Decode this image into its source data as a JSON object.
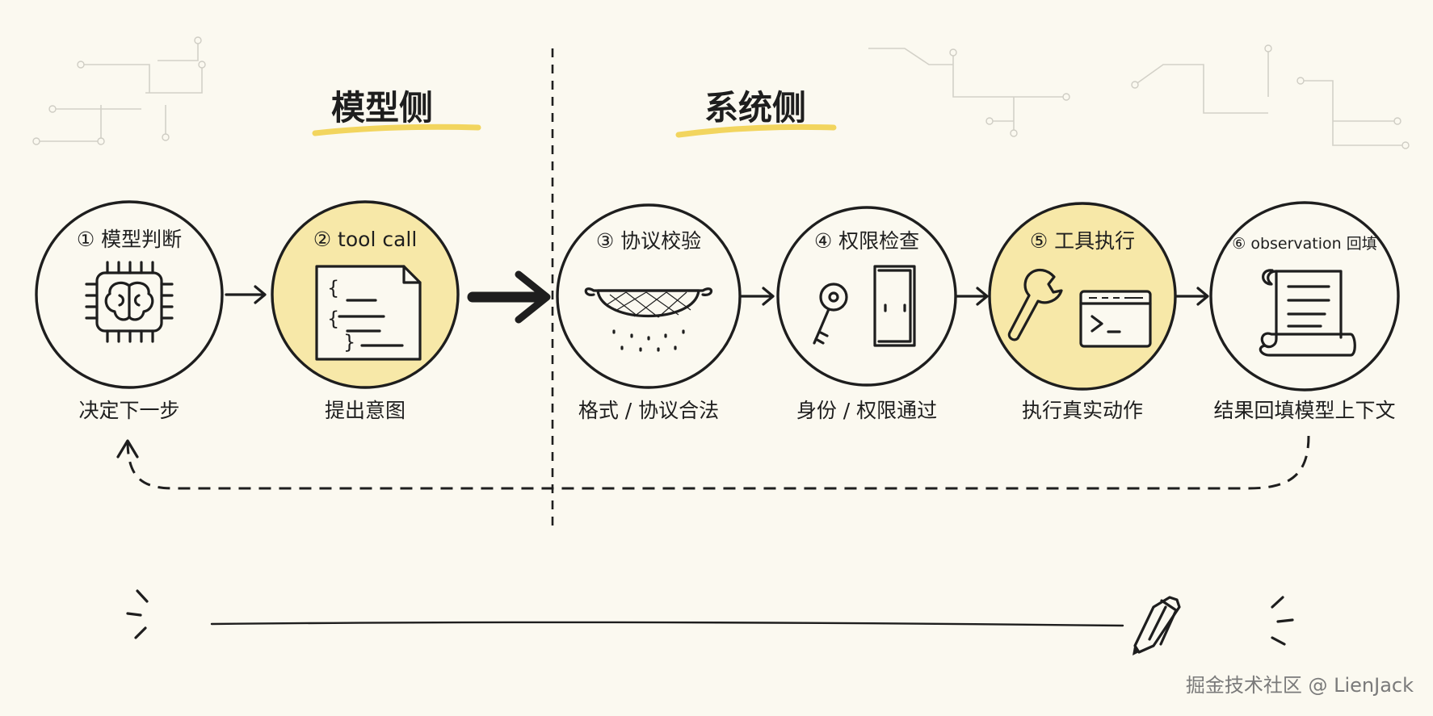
{
  "diagram": {
    "headers": {
      "model_side": "模型侧",
      "system_side": "系统侧"
    },
    "steps": [
      {
        "title": "① 模型判断",
        "desc": "决定下一步",
        "icon": "brain-chip-icon",
        "highlight": false
      },
      {
        "title": "② tool call",
        "desc": "提出意图",
        "icon": "json-document-icon",
        "highlight": true
      },
      {
        "title": "③ 协议校验",
        "desc": "格式 / 协议合法",
        "icon": "strainer-icon",
        "highlight": false
      },
      {
        "title": "④ 权限检查",
        "desc": "身份 / 权限通过",
        "icon": "key-door-icon",
        "highlight": false
      },
      {
        "title": "⑤ 工具执行",
        "desc": "执行真实动作",
        "icon": "wrench-terminal-icon",
        "highlight": true
      },
      {
        "title": "⑥ observation 回填",
        "desc": "结果回填模型上下文",
        "icon": "scroll-icon",
        "highlight": false
      }
    ],
    "colors": {
      "ink": "#1e1e1e",
      "highlight_fill": "#f7e8a8",
      "underline": "#f2d55e",
      "background": "#fbf9f0"
    },
    "watermark": "掘金技术社区 @ LienJack"
  }
}
